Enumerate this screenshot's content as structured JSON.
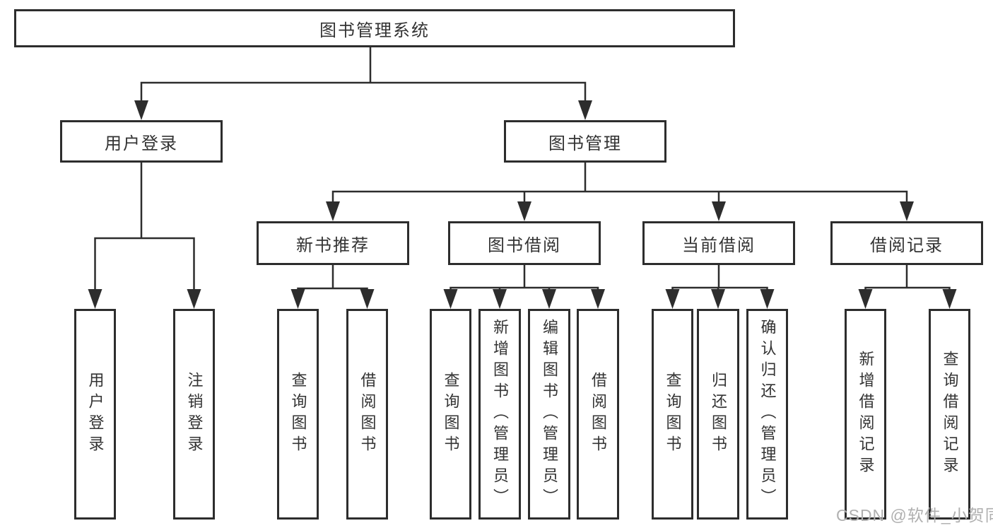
{
  "tree": {
    "root": {
      "label": "图书管理系统",
      "children": [
        {
          "label": "用户登录",
          "children": [
            {
              "label": "用户登录"
            },
            {
              "label": "注销登录"
            }
          ]
        },
        {
          "label": "图书管理",
          "children": [
            {
              "label": "新书推荐",
              "children": [
                {
                  "label": "查询图书"
                },
                {
                  "label": "借阅图书"
                }
              ]
            },
            {
              "label": "图书借阅",
              "children": [
                {
                  "label": "查询图书"
                },
                {
                  "label": "新增图书（管理员）"
                },
                {
                  "label": "编辑图书（管理员）"
                },
                {
                  "label": "借阅图书"
                }
              ]
            },
            {
              "label": "当前借阅",
              "children": [
                {
                  "label": "查询图书"
                },
                {
                  "label": "归还图书"
                },
                {
                  "label": "确认归还（管理员）"
                }
              ]
            },
            {
              "label": "借阅记录",
              "children": [
                {
                  "label": "新增借阅记录"
                },
                {
                  "label": "查询借阅记录"
                }
              ]
            }
          ]
        }
      ]
    }
  },
  "watermark": {
    "text": "CSDN @软件_小贺同学"
  },
  "style": {
    "line_color": "#2d2d2d",
    "box_border_color": "#2d2d2d",
    "text_color": "#333333",
    "watermark_color": "#b0b0b0",
    "background": "#ffffff"
  }
}
